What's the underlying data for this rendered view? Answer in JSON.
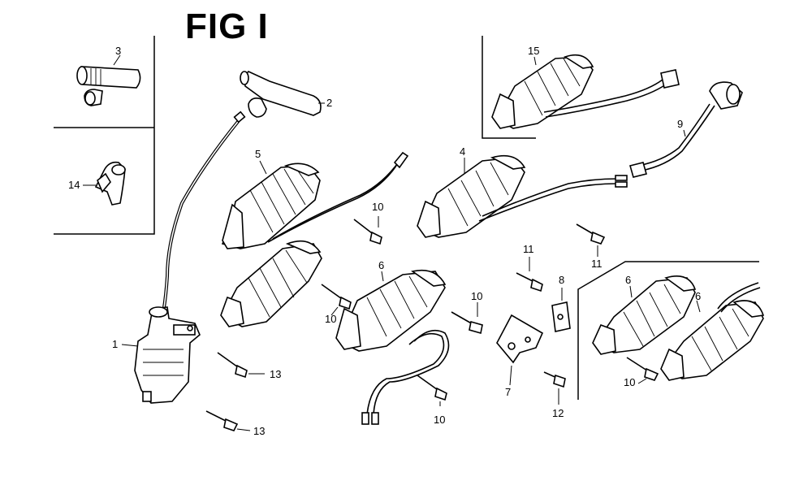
{
  "figure": {
    "title": "FIG I",
    "callouts": [
      {
        "key": "c1",
        "text": "1"
      },
      {
        "key": "c2",
        "text": "2"
      },
      {
        "key": "c3",
        "text": "3"
      },
      {
        "key": "c4",
        "text": "4"
      },
      {
        "key": "c5",
        "text": "5"
      },
      {
        "key": "c6a",
        "text": "6"
      },
      {
        "key": "c6b",
        "text": "6"
      },
      {
        "key": "c6c",
        "text": "6"
      },
      {
        "key": "c7",
        "text": "7"
      },
      {
        "key": "c8",
        "text": "8"
      },
      {
        "key": "c9",
        "text": "9"
      },
      {
        "key": "c10a",
        "text": "10"
      },
      {
        "key": "c10b",
        "text": "10"
      },
      {
        "key": "c10c",
        "text": "10"
      },
      {
        "key": "c10d",
        "text": "10"
      },
      {
        "key": "c10e",
        "text": "10"
      },
      {
        "key": "c11a",
        "text": "11"
      },
      {
        "key": "c11b",
        "text": "11"
      },
      {
        "key": "c12",
        "text": "12"
      },
      {
        "key": "c13a",
        "text": "13"
      },
      {
        "key": "c13b",
        "text": "13"
      },
      {
        "key": "c14",
        "text": "14"
      },
      {
        "key": "c15",
        "text": "15"
      }
    ]
  }
}
